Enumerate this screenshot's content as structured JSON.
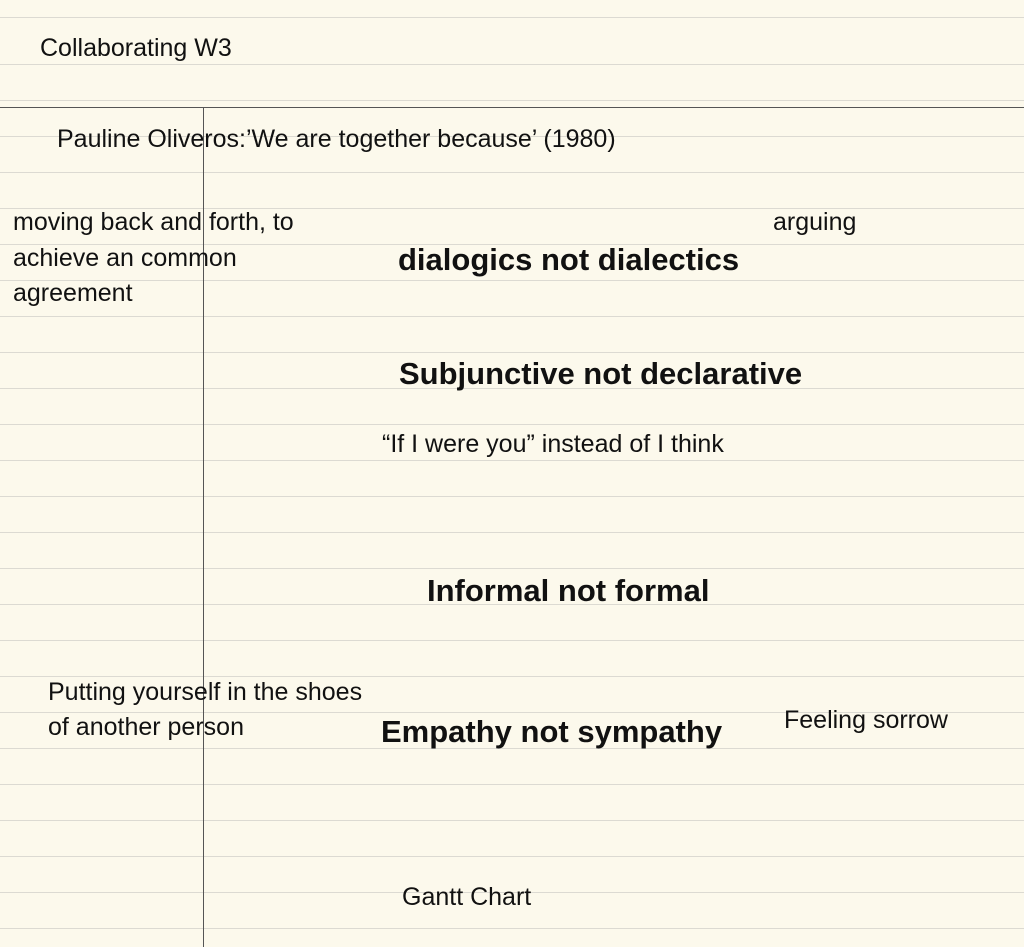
{
  "note": {
    "title": "Collaborating W3",
    "subtitle": "Pauline Oliveros:’We are together because’ (1980)",
    "sections": {
      "dialogics": {
        "heading": "dialogics not dialectics",
        "left_note_lines": [
          "moving back and forth, to",
          "achieve an common",
          "agreement"
        ],
        "right_note": "arguing"
      },
      "subjunctive": {
        "heading": "Subjunctive not declarative",
        "example": "“If I were you” instead of I think"
      },
      "informal": {
        "heading": "Informal not formal"
      },
      "empathy": {
        "heading": "Empathy not sympathy",
        "left_note_lines": [
          "Putting yourself in the shoes",
          "of another person"
        ],
        "right_note": "Feeling sorrow"
      }
    },
    "footer": "Gantt Chart"
  }
}
